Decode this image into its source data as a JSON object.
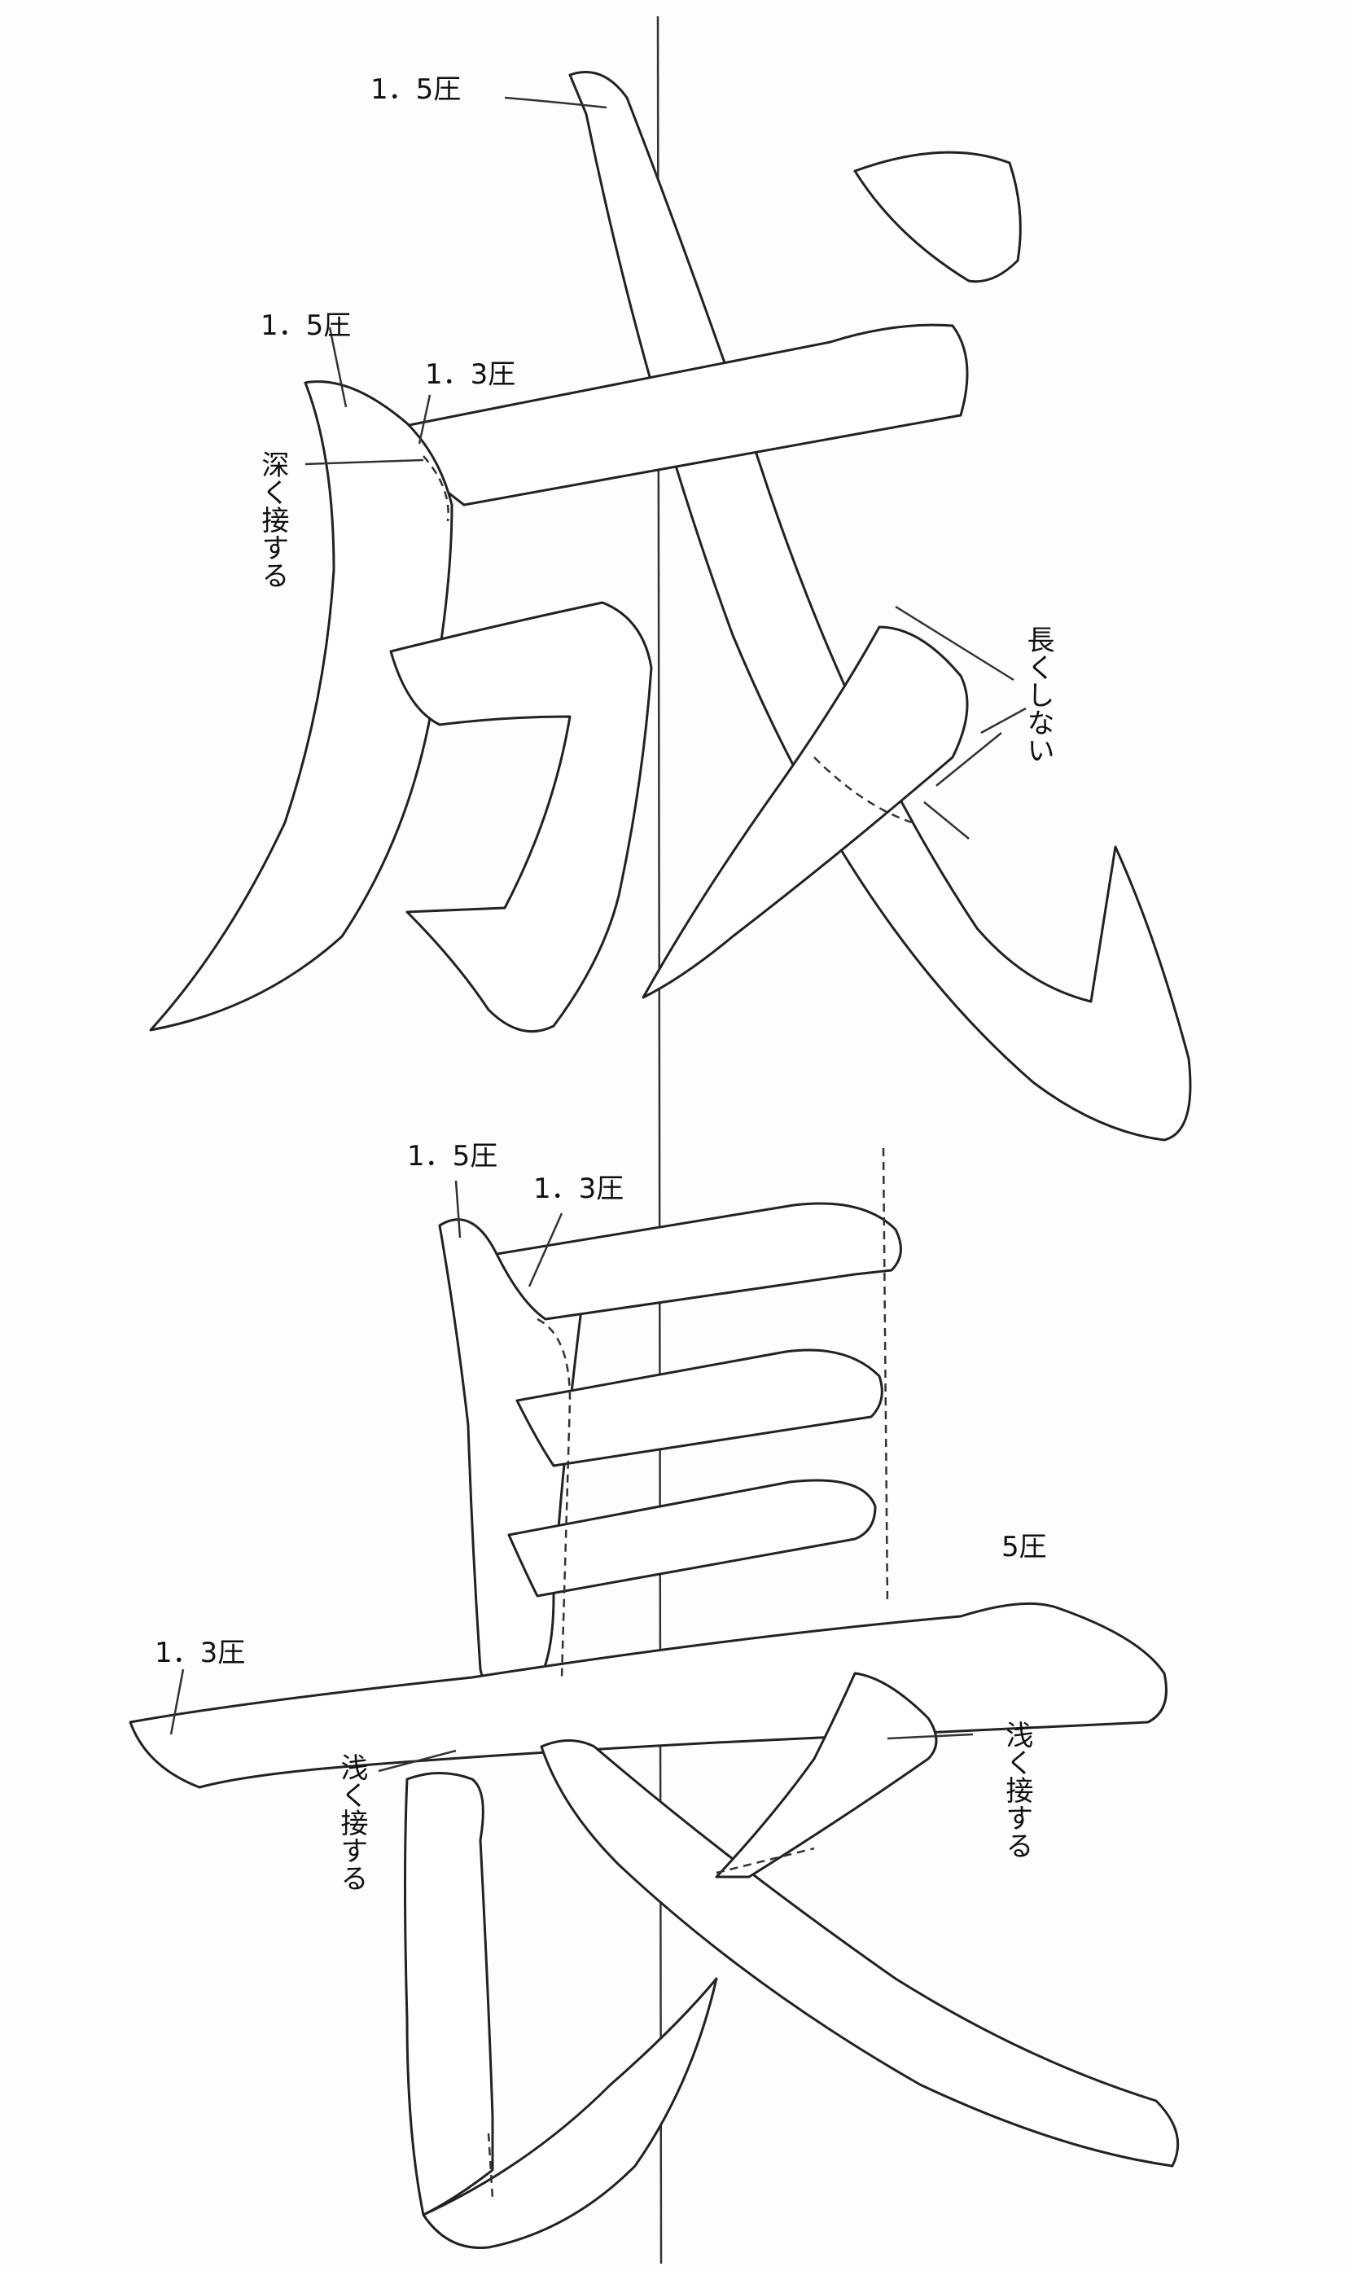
{
  "characters": [
    "成",
    "長"
  ],
  "labels": {
    "sei_top_pressure": "1．5圧",
    "sei_left_pressure": "1．5圧",
    "sei_joint_pressure": "1．3圧",
    "sei_deep_join": "深く接する",
    "sei_not_long": "長くしない",
    "cho_top_pressure": "1．5圧",
    "cho_joint_pressure": "1．3圧",
    "cho_long_stroke_end": "5圧",
    "cho_long_stroke_start": "1．3圧",
    "cho_left_shallow_join": "浅く接する",
    "cho_right_shallow_join": "浅く接する"
  }
}
